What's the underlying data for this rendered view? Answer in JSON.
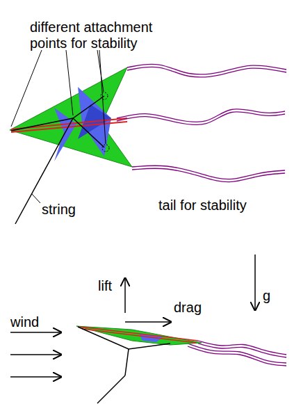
{
  "diagram": {
    "labels": [
      "different attachment points for stability",
      "string",
      "tail for stability",
      "lift",
      "drag",
      "g",
      "wind"
    ]
  }
}
